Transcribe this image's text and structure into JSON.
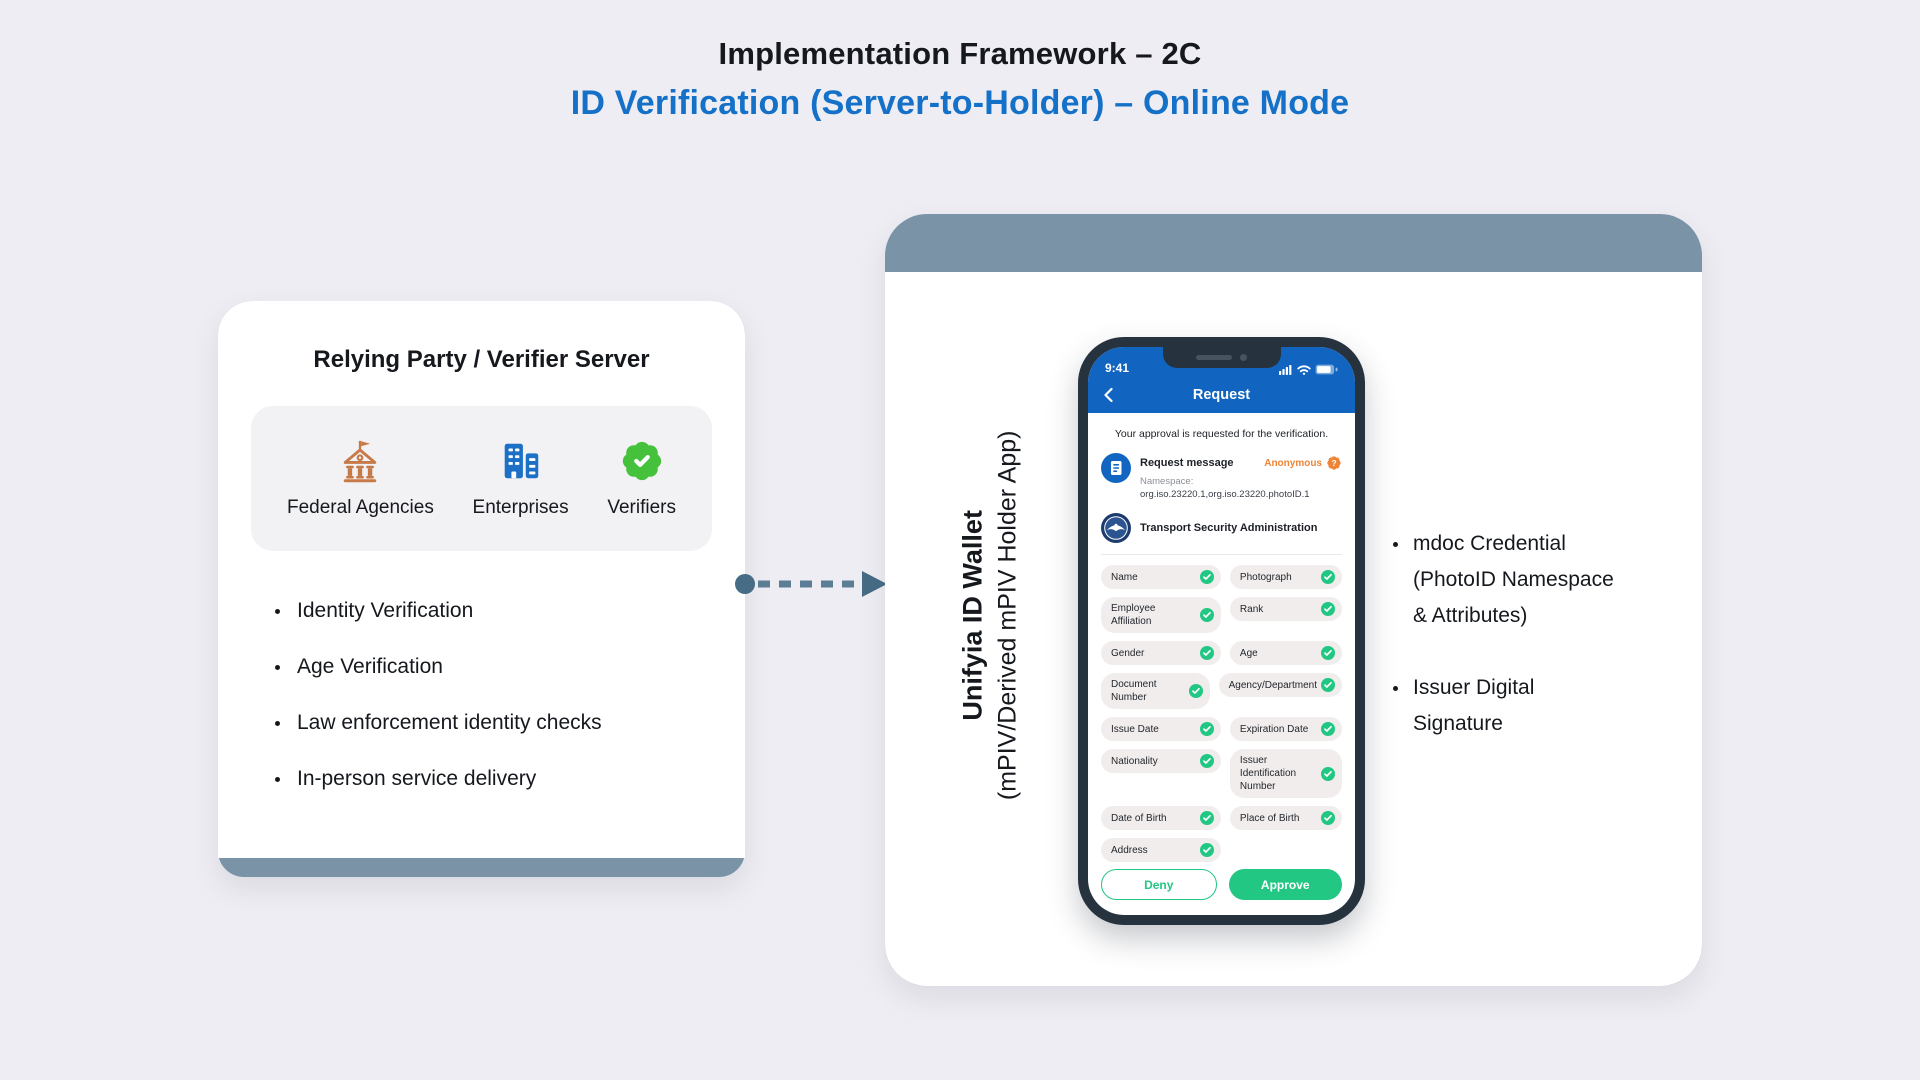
{
  "page": {
    "title": "Implementation Framework – 2C",
    "subtitle": "ID Verification (Server-to-Holder) – Online Mode"
  },
  "colors": {
    "accent_blue": "#1571c8",
    "card_slate": "#7b93a7",
    "arrow": "#4c6e85",
    "phone_header_blue": "#1164c0",
    "check_green": "#22c784",
    "anonymous_orange": "#ee8436",
    "federal_icon_orange": "#c67a48",
    "enterprise_icon_blue": "#1c70c5",
    "verifier_icon_green": "#45c13c"
  },
  "left_card": {
    "title": "Relying Party / Verifier Server",
    "entities": [
      {
        "label": "Federal Agencies",
        "icon": "government-building-icon"
      },
      {
        "label": "Enterprises",
        "icon": "office-buildings-icon"
      },
      {
        "label": "Verifiers",
        "icon": "verified-badge-icon"
      }
    ],
    "bullets": [
      "Identity Verification",
      "Age Verification",
      "Law enforcement identity checks",
      "In-person service delivery"
    ]
  },
  "connector": {
    "style": "dashed-arrow",
    "direction": "left-to-right"
  },
  "right_card": {
    "side_label_bold": "Unifyia ID Wallet",
    "side_label_regular": "(mPIV/Derived mPIV Holder App)",
    "bullets": [
      "mdoc Credential (PhotoID Namespace & Attributes)",
      "Issuer Digital Signature"
    ]
  },
  "phone": {
    "status_time": "9:41",
    "status_icons": [
      "signal-icon",
      "wifi-icon",
      "battery-icon"
    ],
    "header_title": "Request",
    "approval_text": "Your approval is requested for the verification.",
    "request": {
      "title": "Request message",
      "anonymous_label": "Anonymous",
      "namespace_label": "Namespace:",
      "namespace_value": "org.iso.23220.1,org.iso.23220.photoID.1"
    },
    "issuer_name": "Transport Security Administration",
    "attribute_rows": [
      {
        "l": "Name",
        "r": "Photograph"
      },
      {
        "l": "Employee Affiliation",
        "r": "Rank"
      },
      {
        "l": "Gender",
        "r": "Age"
      },
      {
        "l": "Document Number",
        "r": "Agency/Department"
      },
      {
        "l": "Issue Date",
        "r": "Expiration Date"
      },
      {
        "l": "Nationality",
        "r": "Issuer Identification Number"
      },
      {
        "l": "Date of Birth",
        "r": "Place of Birth"
      },
      {
        "l": "Address",
        "r": null
      }
    ],
    "deny_label": "Deny",
    "approve_label": "Approve"
  }
}
